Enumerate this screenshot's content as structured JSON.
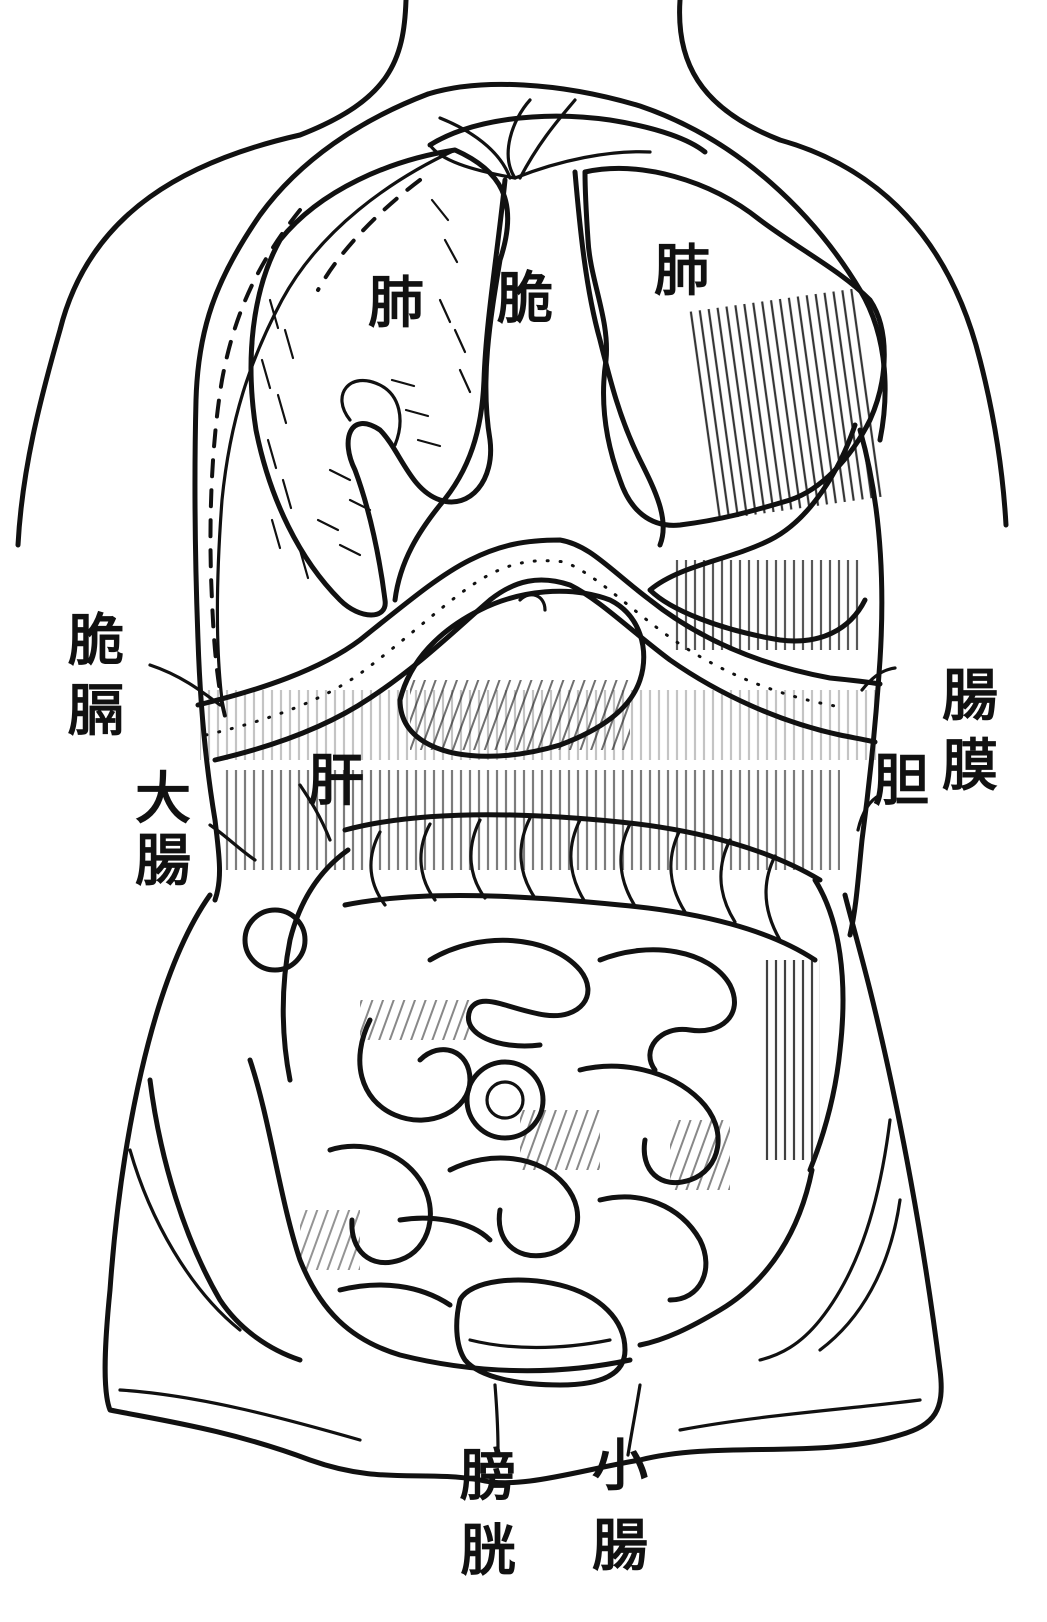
{
  "labels": {
    "lung_left": "肺",
    "lung_right": "肺",
    "heart": "脆",
    "diaphragm_1": "脆",
    "diaphragm_2": "膈",
    "liver": "肝",
    "large_intestine_1": "大",
    "large_intestine_2": "腸",
    "mesentery_1": "腸",
    "mesentery_2": "膜",
    "gallbladder": "胆",
    "bladder_1": "膀",
    "bladder_2": "胱",
    "small_intestine_1": "小",
    "small_intestine_2": "腸"
  }
}
